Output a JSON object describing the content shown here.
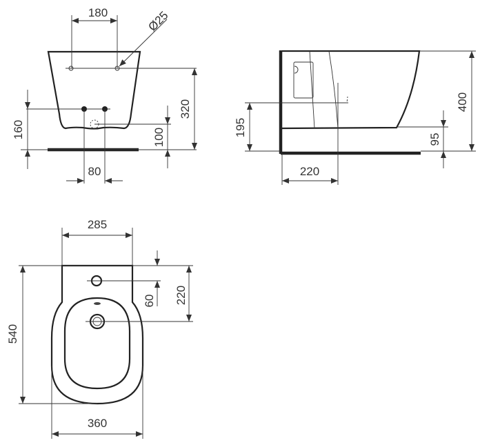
{
  "front_view": {
    "dim_hole_spacing": "180",
    "dim_hole_diameter": "Ø25",
    "dim_height_holes": "320",
    "dim_supply_height": "160",
    "dim_waste_height": "100",
    "dim_supply_spacing": "80"
  },
  "side_view": {
    "dim_total_height": "400",
    "dim_waste_height": "195",
    "dim_bottom_clearance": "95",
    "dim_waste_depth": "220"
  },
  "top_view": {
    "dim_rear_width": "285",
    "dim_tap_hole_offset": "60",
    "dim_drain_offset": "220",
    "dim_length": "540",
    "dim_width": "360"
  },
  "colors": {
    "line": "#222222",
    "background": "#ffffff"
  }
}
